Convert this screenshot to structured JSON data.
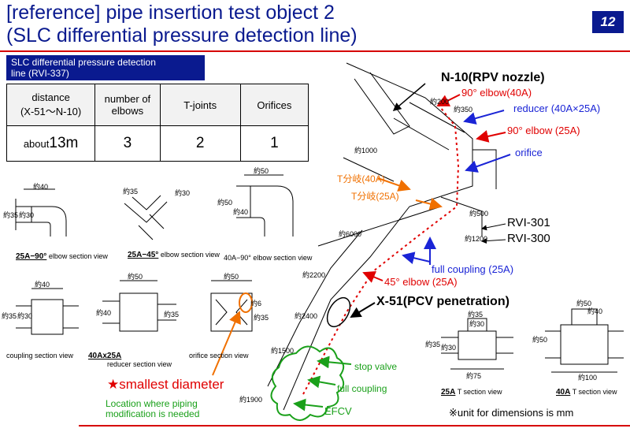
{
  "title": {
    "line1": "[reference] pipe insertion test object 2",
    "line2": "(SLC differential pressure detection line)"
  },
  "page_number": "12",
  "banner": {
    "line1": "SLC differential pressure detection",
    "line2": "line (RVI-337)"
  },
  "table": {
    "headers": [
      "distance",
      "(X-51〜N-10)",
      "number of",
      "elbows",
      "T-joints",
      "Orifices"
    ],
    "distance_prefix": "about",
    "distance_value": "13m",
    "elbows": "3",
    "tjoints": "2",
    "orifices": "1"
  },
  "section_views": {
    "elbow_25a_90_code": "25A−90°",
    "elbow_25a_90_caption": "elbow section view",
    "elbow_25a_45_code": "25A−45°",
    "elbow_25a_45_caption": "elbow section view",
    "elbow_40a_90_caption": "40A−90° elbow section view",
    "coupling_caption": "coupling section view",
    "reducer_code": "40Ax25A",
    "reducer_caption": "reducer section view",
    "orifice_caption": "orifice section view",
    "t_25a_code": "25A",
    "t_25a_caption": "T section view",
    "t_40a_code": "40A",
    "t_40a_caption": "T section view"
  },
  "dimensions": {
    "d40": "約40",
    "d35": "約35",
    "d30": "約30",
    "d50": "約50",
    "d75": "約75",
    "d100": "約100",
    "d6": "約6",
    "d200": "約200",
    "d350": "約350",
    "d1000": "約1000",
    "d6000": "約6000",
    "d2200": "約2200",
    "d2400": "約2400",
    "d1500": "約1500",
    "d1900": "約1900",
    "d1200": "約1200",
    "d500": "約500"
  },
  "callouts": {
    "n10": "N-10(RPV nozzle)",
    "elbow_90_40a": "90° elbow(40A)",
    "reducer": "reducer (40A×25A)",
    "elbow_90_25a": "90° elbow (25A)",
    "orifice": "orifice",
    "t_branch_40a": "T分岐(40A)",
    "t_branch_25a": "T分岐(25A)",
    "rvi301": "RVI-301",
    "rvi300": "RVI-300",
    "full_coupling_25a": "full coupling (25A)",
    "elbow_45_25a": "45° elbow (25A)",
    "x51": "X-51(PCV penetration)",
    "stop_valve": "stop valve",
    "full_coupling": "full coupling",
    "efcv": "EFCV",
    "smallest_diameter": "★smallest diameter",
    "modification_line1": "Location where piping",
    "modification_line2": "modification is needed",
    "unit_note": "※unit for dimensions is mm"
  },
  "colors": {
    "navy": "#0a1a8f",
    "red": "#e00000",
    "blue": "#1a24d6",
    "orange": "#f07000",
    "green": "#1aa01a"
  }
}
